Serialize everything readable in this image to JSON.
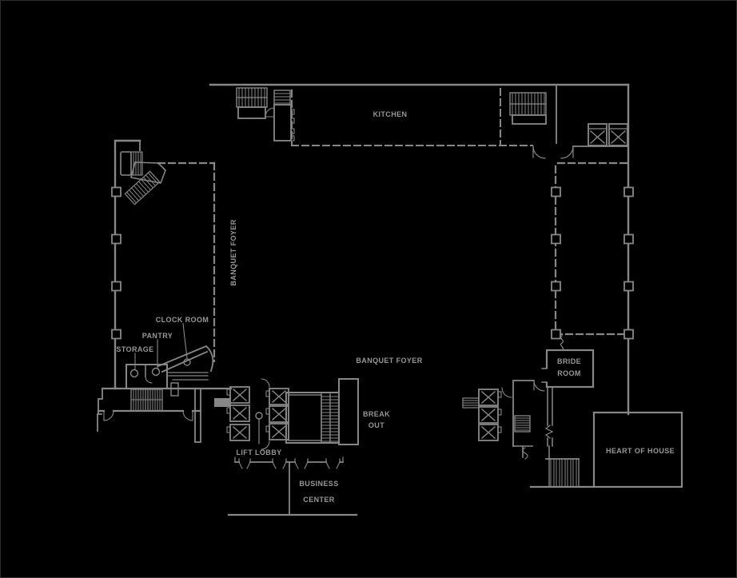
{
  "colors": {
    "background": "#000000",
    "linework": "#878787",
    "labels": "#979797",
    "border": "#2f2f2f"
  },
  "labels": {
    "kitchen": "KITCHEN",
    "banquet_foyer_left": "BANQUET FOYER",
    "banquet_foyer_center": "BANQUET FOYER",
    "clock_room": "CLOCK ROOM",
    "pantry": "PANTRY",
    "storage": "STORAGE",
    "bride_room_line1": "BRIDE",
    "bride_room_line2": "ROOM",
    "break_out_line1": "BREAK",
    "break_out_line2": "OUT",
    "lift_lobby": "LIFT LOBBY",
    "business_center_line1": "BUSINESS",
    "business_center_line2": "CENTER",
    "heart_of_house": "HEART OF HOUSE"
  }
}
